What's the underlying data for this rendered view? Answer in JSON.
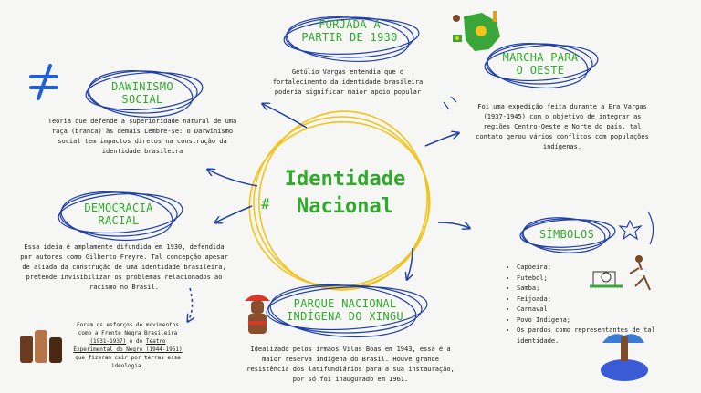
{
  "center": {
    "line1": "Identidade",
    "line2": "Nacional",
    "hash": "#"
  },
  "nodes": {
    "forjada": {
      "title_line1": "FORJADA A",
      "title_line2": "PARTIR DE 1930",
      "text": "Getúlio Vargas entendia que o fortalecimento da identidade brasileira poderia significar maior apoio popular"
    },
    "marcha": {
      "title_line1": "MARCHA PARA",
      "title_line2": "O OESTE",
      "text": "Foi uma expedição feita durante a Era Vargas (1937-1945) com o objetivo de integrar as regiões Centro-Oeste e Norte do país, tal contato gerou vários conflitos com populações indígenas."
    },
    "darwinismo": {
      "title_line1": "DAWINISMO",
      "title_line2": "SOCIAL",
      "text": "Teoria que defende a superioridade natural de uma raça (branca) às demais Lembre-se: o Darwinismo social tem impactos diretos na construção da identidade brasileira"
    },
    "democracia": {
      "title_line1": "DEMOCRACIA",
      "title_line2": "RACIAL",
      "text": "Essa ideia é amplamente difundida em 1930, defendida por autores como Gilberto Freyre. Tal concepção apesar de aliada da construção de uma identidade brasileira, pretende invisibilizar os problemas relacionados ao racismo no Brasil."
    },
    "democracia_note": {
      "part1": "Foram os esforços de movimentos como a ",
      "link1": "Frente Negra Brasileira (1931-1937)",
      "part2": " e do ",
      "link2": "Teatro Experimental do Negro (1944-1961)",
      "part3": " que fizeram cair por terras essa ideologia."
    },
    "simbolos": {
      "title": "SÍMBOLOS",
      "items": [
        "Capoeira;",
        "Futebol;",
        "Samba;",
        "Feijoada;",
        "Carnaval",
        "Povo Indígena;",
        "Os pardos como representantes de tal identidade."
      ]
    },
    "xingu": {
      "title_line1": "PARQUE NACIONAL",
      "title_line2": "INDÍGENA DO XINGU",
      "text": "Idealizado pelos irmãos Vilas Boas em 1943, essa é a maior reserva indígena do Brasil. Houve grande resistência dos latifundiários para a sua instauração, por só foi inaugurado em 1961."
    }
  },
  "colors": {
    "green": "#2faa2a",
    "blue": "#1f3fa8",
    "yellow": "#f2c31c"
  },
  "decorations": [
    "not-equal-icon",
    "brazil-map-icon",
    "indigenous-person-icon",
    "fists-icon",
    "football-icon",
    "capoeira-icon",
    "carnival-dancer-icon"
  ]
}
